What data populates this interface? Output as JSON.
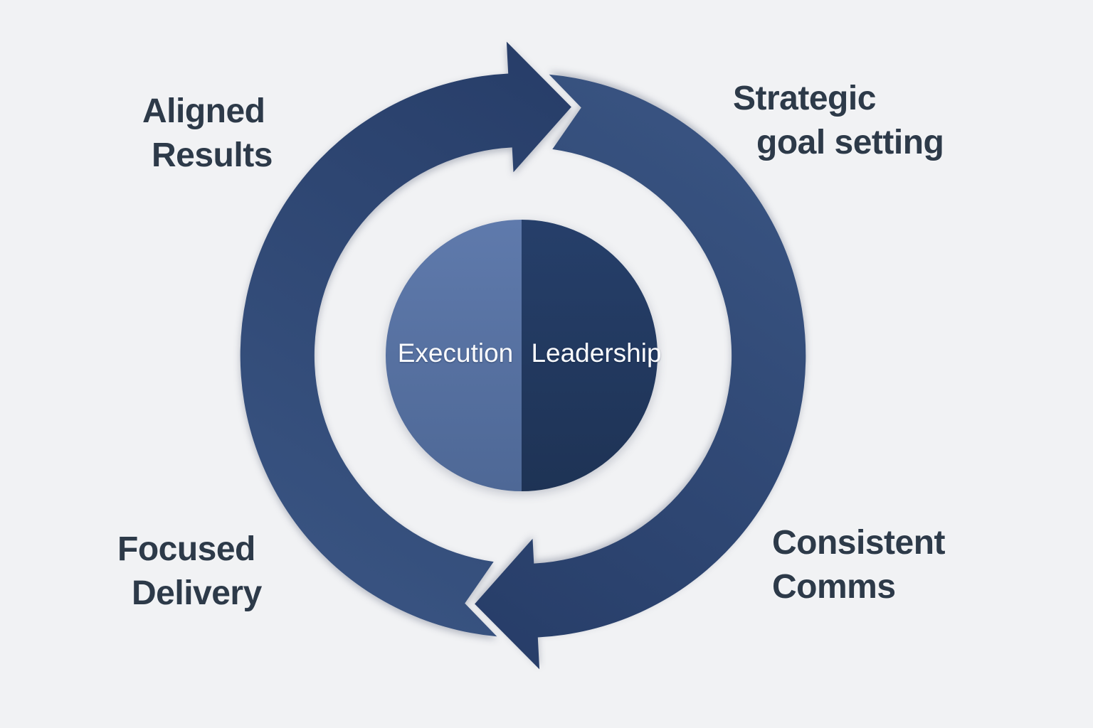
{
  "diagram": {
    "type": "cycle-diagram",
    "corner_labels": {
      "top_left": {
        "lines": [
          "Aligned",
          "Results"
        ]
      },
      "top_right": {
        "lines": [
          "Strategic",
          "goal setting"
        ]
      },
      "bottom_left": {
        "lines": [
          "Focused",
          "Delivery"
        ]
      },
      "bottom_right": {
        "lines": [
          "Consistent",
          "Comms"
        ]
      }
    },
    "center_labels": {
      "left": "Execution",
      "right": "Leadership"
    },
    "colors": {
      "background": "#f1f2f4",
      "ring_gradient_light": "#3a5583",
      "ring_gradient_dark": "#263c67",
      "execution_half_top": "#5f7aac",
      "execution_half_bottom": "#4e6896",
      "leadership_half_top": "#263f6a",
      "leadership_half_bottom": "#1e3355",
      "corner_label_text": "#2d3a49",
      "center_label_text": "#fafbfd"
    }
  }
}
